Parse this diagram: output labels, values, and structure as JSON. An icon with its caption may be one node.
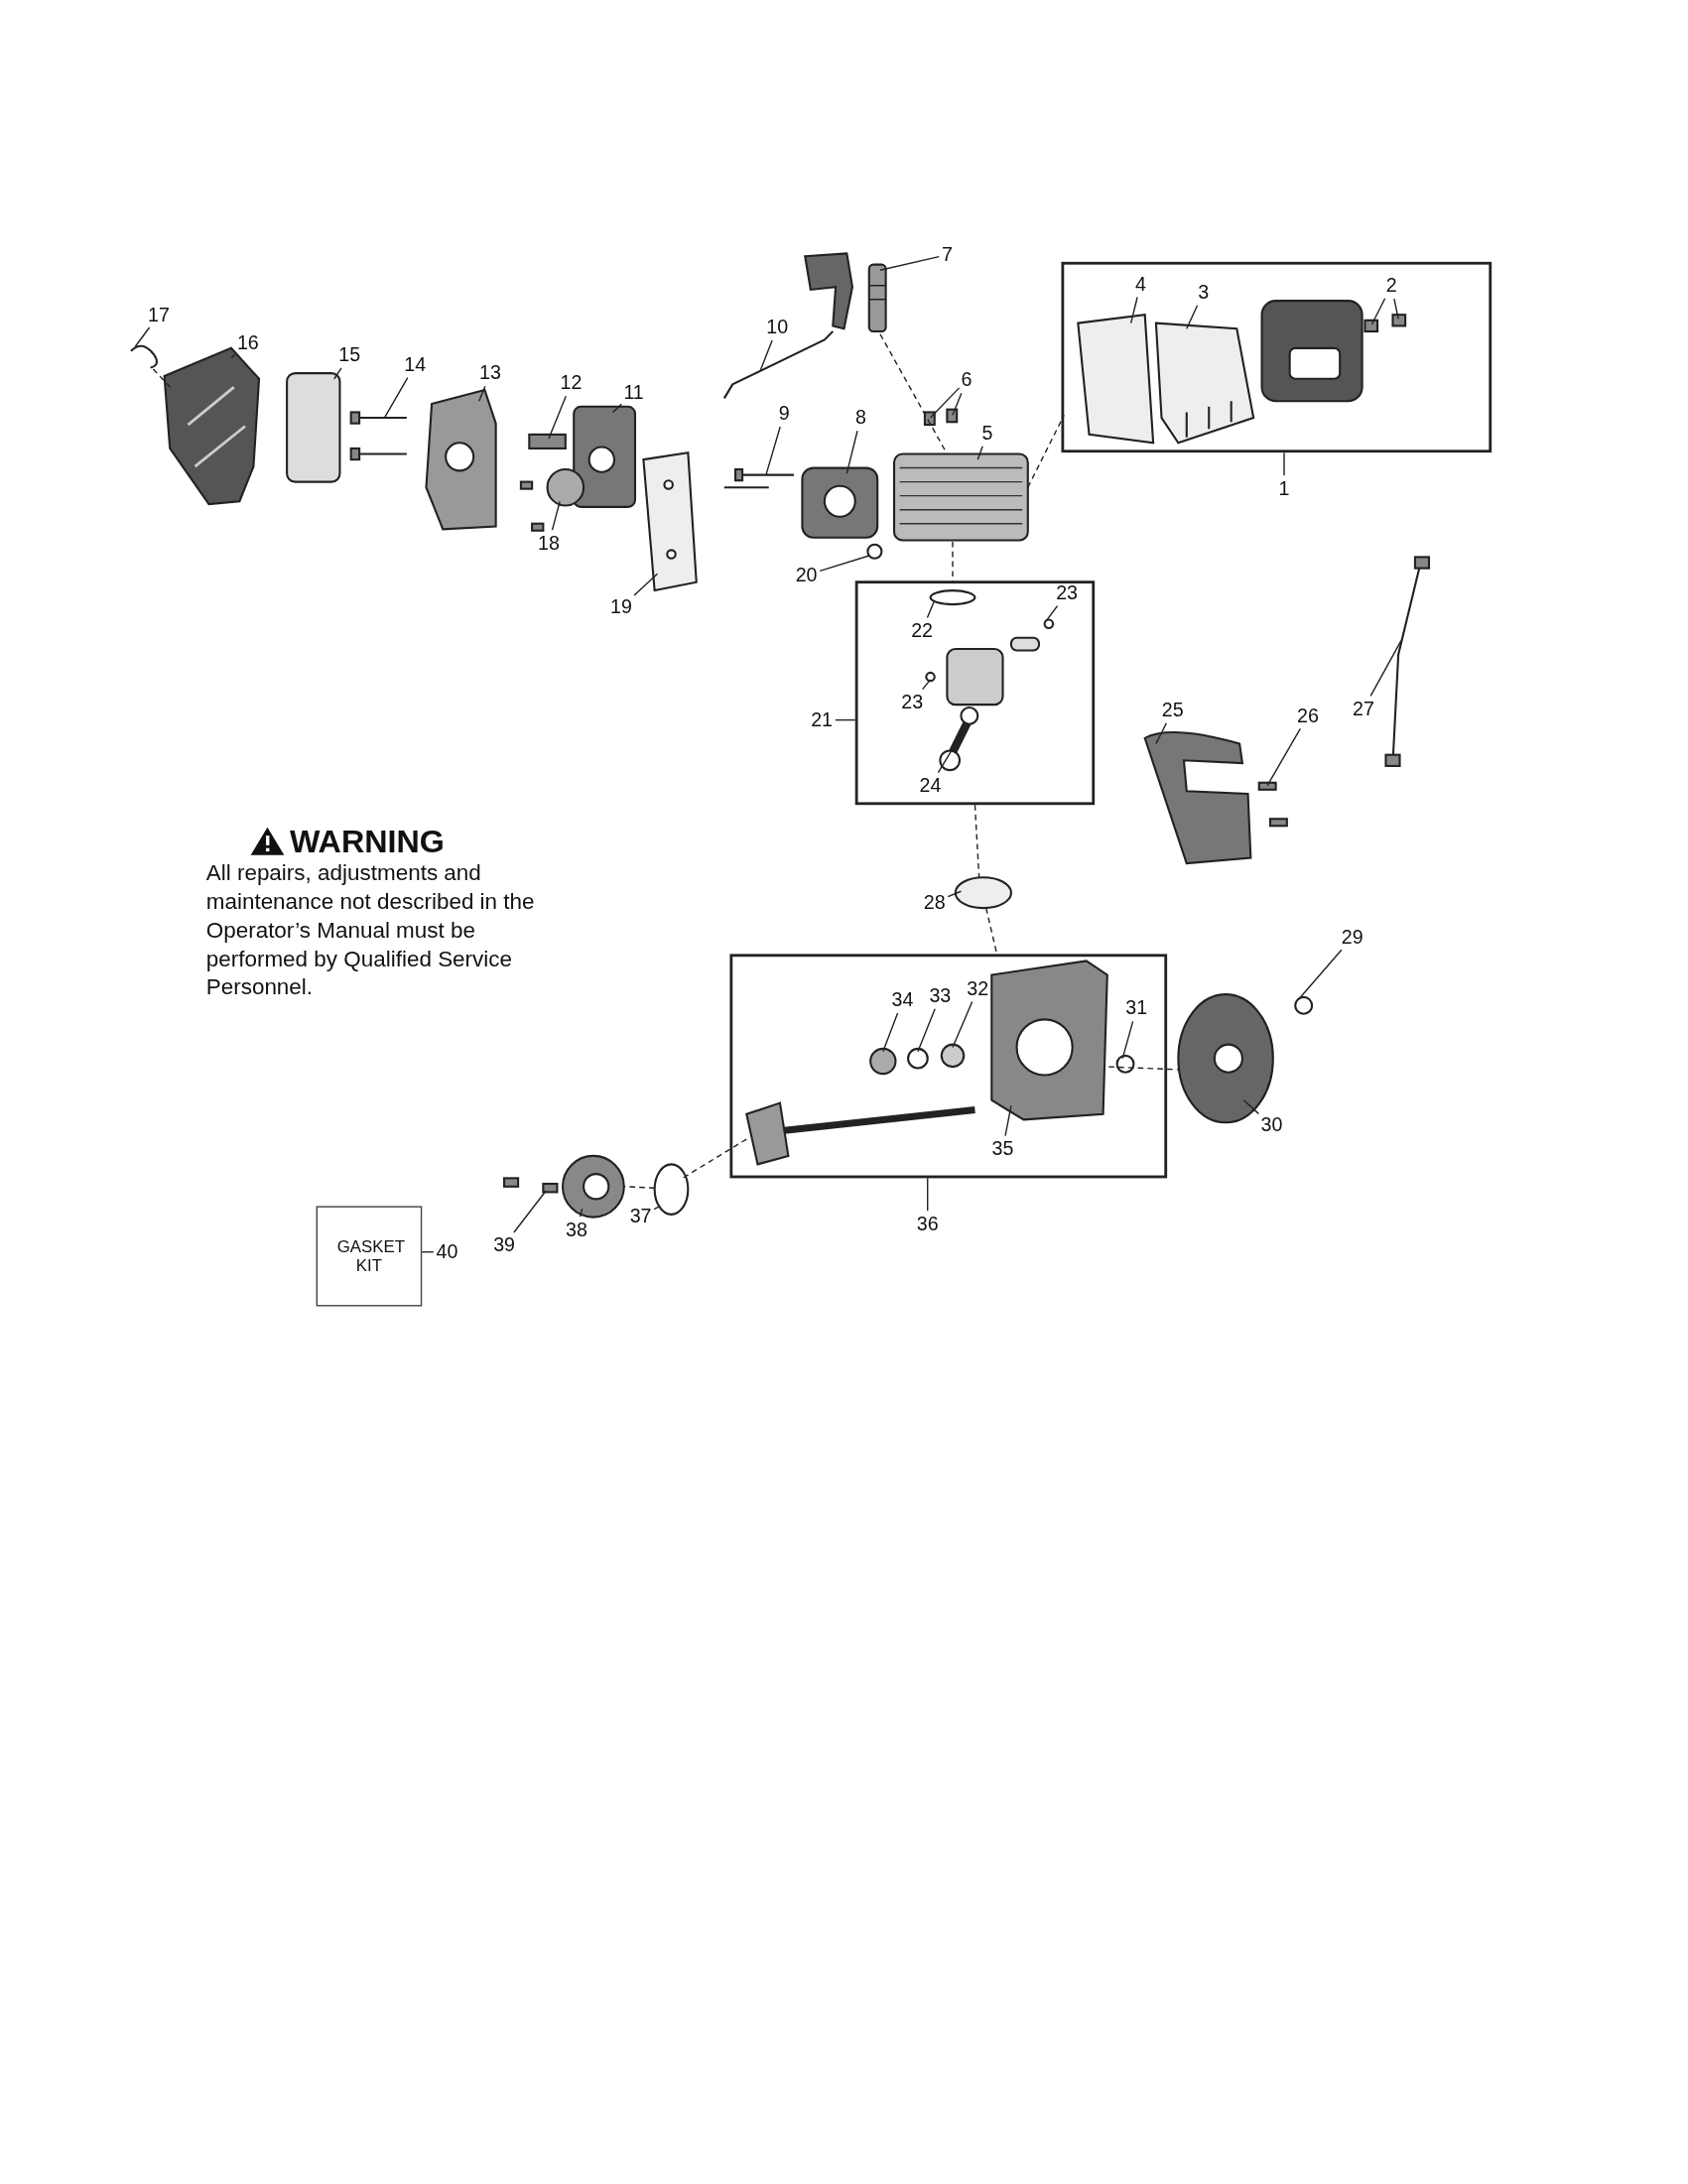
{
  "diagram": {
    "nodes": [
      {
        "text": [
          "7"
        ]
      },
      {
        "text": [],
        "shape": "box"
      },
      {
        "text": [
          "4"
        ],
        "in": 1
      },
      {
        "text": [
          "3"
        ],
        "in": 1
      },
      {
        "text": [
          "2"
        ],
        "in": 1
      },
      {
        "text": [
          "17"
        ]
      },
      {
        "text": [
          "16"
        ]
      },
      {
        "text": [
          "10"
        ]
      },
      {
        "text": [
          "15"
        ]
      },
      {
        "text": [
          "14"
        ]
      },
      {
        "text": [
          "13"
        ]
      },
      {
        "text": [
          "12"
        ]
      },
      {
        "text": [
          "11"
        ]
      },
      {
        "text": [
          "6"
        ]
      },
      {
        "text": [
          "9"
        ]
      },
      {
        "text": [
          "8"
        ]
      },
      {
        "text": [
          "5"
        ]
      },
      {
        "text": [
          "1"
        ]
      },
      {
        "text": [
          "18"
        ]
      },
      {
        "text": [
          "20"
        ]
      },
      {
        "text": [
          "19"
        ]
      },
      {
        "text": [],
        "shape": "box"
      },
      {
        "text": [
          "22"
        ],
        "in": 21
      },
      {
        "text": [
          "23"
        ],
        "in": 21
      },
      {
        "text": [
          "23"
        ],
        "in": 21
      },
      {
        "text": [
          "24"
        ],
        "in": 21
      },
      {
        "text": [
          "21"
        ]
      },
      {
        "text": [
          "25"
        ]
      },
      {
        "text": [
          "26"
        ]
      },
      {
        "text": [
          "27"
        ]
      },
      {
        "text": [
          "28"
        ]
      },
      {
        "text": [
          "29"
        ]
      },
      {
        "text": [],
        "shape": "box"
      },
      {
        "text": [
          "34"
        ],
        "in": 32
      },
      {
        "text": [
          "33"
        ],
        "in": 32
      },
      {
        "text": [
          "32"
        ],
        "in": 32
      },
      {
        "text": [
          "31"
        ],
        "in": 32
      },
      {
        "text": [
          "35"
        ],
        "in": 32
      },
      {
        "text": [
          "30"
        ]
      },
      {
        "text": [
          "37"
        ]
      },
      {
        "text": [
          "38"
        ]
      },
      {
        "text": [
          "39"
        ]
      },
      {
        "text": [
          "36"
        ]
      },
      {
        "text": [
          "GASKET KIT"
        ]
      },
      {
        "text": [
          "40"
        ]
      },
      {
        "text": [],
        "shape": "picture"
      },
      {
        "text": [],
        "shape": "picture"
      },
      {
        "text": [],
        "shape": "picture"
      },
      {
        "text": [],
        "shape": "box"
      },
      {
        "text": [],
        "shape": "picture"
      },
      {
        "text": [],
        "shape": "picture"
      },
      {
        "text": [],
        "shape": "box"
      },
      {
        "text": [],
        "shape": "picture"
      },
      {
        "text": [],
        "shape": "box"
      },
      {
        "text": [],
        "shape": "box"
      },
      {
        "text": [],
        "shape": "picture"
      },
      {
        "text": [],
        "shape": "picture"
      },
      {
        "text": [],
        "shape": "picture"
      },
      {
        "text": [],
        "shape": "circle"
      },
      {
        "text": [],
        "shape": "circle"
      },
      {
        "text": [],
        "shape": "picture"
      },
      {
        "text": [],
        "shape": "picture"
      },
      {
        "text": [],
        "shape": "box",
        "in": 1
      },
      {
        "text": [],
        "shape": "picture",
        "in": 1
      },
      {
        "text": [],
        "shape": "box",
        "in": 1
      },
      {
        "text": [],
        "shape": "box",
        "in": 1
      },
      {
        "text": [],
        "shape": "circle",
        "in": 21
      },
      {
        "text": [],
        "shape": "circle",
        "in": 21
      },
      {
        "text": [],
        "shape": "circle",
        "in": 21
      },
      {
        "text": [],
        "shape": "picture",
        "in": 21
      },
      {
        "text": [],
        "shape": "picture"
      },
      {
        "text": [],
        "shape": "box"
      },
      {
        "text": [],
        "shape": "picture"
      },
      {
        "text": [],
        "shape": "circle"
      },
      {
        "text": [],
        "shape": "circle"
      },
      {
        "text": [],
        "shape": "circle",
        "in": 32
      },
      {
        "text": [],
        "shape": "circle",
        "in": 32
      },
      {
        "text": [],
        "shape": "circle",
        "in": 32
      },
      {
        "text": [],
        "shape": "circle",
        "in": 32
      },
      {
        "text": [],
        "shape": "picture",
        "in": 32
      },
      {
        "text": [],
        "shape": "picture"
      },
      {
        "text": [],
        "shape": "circle"
      },
      {
        "text": [],
        "shape": "picture"
      },
      {
        "text": [],
        "shape": "box"
      },
      {
        "text": [],
        "shape": "picture",
        "in": 32
      }
    ],
    "edges": [
      {
        "from": 0,
        "to": 61,
        "arrow": "none"
      },
      {
        "from": 2,
        "to": 62,
        "arrow": "none"
      },
      {
        "from": 3,
        "to": 63,
        "arrow": "none"
      },
      {
        "from": 4,
        "to": 64,
        "arrow": "none"
      },
      {
        "from": 4,
        "to": 65,
        "arrow": "none"
      },
      {
        "from": 5,
        "to": 45,
        "arrow": "none"
      },
      {
        "from": 6,
        "to": 46,
        "arrow": "none"
      },
      {
        "from": 7,
        "to": 47,
        "arrow": "none"
      },
      {
        "from": 8,
        "to": 48,
        "arrow": "none"
      },
      {
        "from": 9,
        "to": 49,
        "arrow": "none"
      },
      {
        "from": 10,
        "to": 50,
        "arrow": "none"
      },
      {
        "from": 11,
        "to": 51,
        "arrow": "none"
      },
      {
        "from": 12,
        "to": 52,
        "arrow": "none"
      },
      {
        "from": 13,
        "to": 53,
        "arrow": "none"
      },
      {
        "from": 13,
        "to": 54,
        "arrow": "none"
      },
      {
        "from": 14,
        "to": 55,
        "arrow": "none"
      },
      {
        "from": 15,
        "to": 56,
        "arrow": "none"
      },
      {
        "from": 16,
        "to": 57,
        "arrow": "none"
      },
      {
        "from": 17,
        "to": 1,
        "arrow": "none"
      },
      {
        "from": 18,
        "to": 58,
        "arrow": "none"
      },
      {
        "from": 19,
        "to": 59,
        "arrow": "none"
      },
      {
        "from": 20,
        "to": 60,
        "arrow": "none"
      },
      {
        "from": 22,
        "to": 66,
        "arrow": "none"
      },
      {
        "from": 23,
        "to": 67,
        "arrow": "none"
      },
      {
        "from": 24,
        "to": 68,
        "arrow": "none"
      },
      {
        "from": 25,
        "to": 69,
        "arrow": "none"
      },
      {
        "from": 26,
        "to": 21,
        "arrow": "none"
      },
      {
        "from": 27,
        "to": 70,
        "arrow": "none"
      },
      {
        "from": 28,
        "to": 71,
        "arrow": "none"
      },
      {
        "from": 29,
        "to": 72,
        "arrow": "none"
      },
      {
        "from": 30,
        "to": 73,
        "arrow": "none"
      },
      {
        "from": 31,
        "to": 74,
        "arrow": "none"
      },
      {
        "from": 33,
        "to": 75,
        "arrow": "none"
      },
      {
        "from": 34,
        "to": 76,
        "arrow": "none"
      },
      {
        "from": 35,
        "to": 77,
        "arrow": "none"
      },
      {
        "from": 36,
        "to": 78,
        "arrow": "none"
      },
      {
        "from": 37,
        "to": 79,
        "arrow": "none"
      },
      {
        "from": 38,
        "to": 80,
        "arrow": "none"
      },
      {
        "from": 39,
        "to": 81,
        "arrow": "none"
      },
      {
        "from": 40,
        "to": 82,
        "arrow": "none"
      },
      {
        "from": 41,
        "to": 83,
        "arrow": "none"
      },
      {
        "from": 42,
        "to": 32,
        "arrow": "none"
      },
      {
        "from": 44,
        "to": 43,
        "arrow": "none"
      },
      {
        "from": 45,
        "to": 46,
        "arrow": "none",
        "style": "dashed"
      },
      {
        "from": 61,
        "to": 57,
        "arrow": "none",
        "style": "dashed"
      },
      {
        "from": 57,
        "to": 1,
        "arrow": "none",
        "style": "dashed"
      },
      {
        "from": 57,
        "to": 21,
        "arrow": "none",
        "style": "dashed"
      },
      {
        "from": 21,
        "to": 73,
        "arrow": "none",
        "style": "dashed"
      },
      {
        "from": 73,
        "to": 32,
        "arrow": "none",
        "style": "dashed"
      },
      {
        "from": 79,
        "to": 80,
        "arrow": "none",
        "style": "dashed"
      },
      {
        "from": 84,
        "to": 81,
        "arrow": "none",
        "style": "dashed"
      },
      {
        "from": 81,
        "to": 82,
        "arrow": "none",
        "style": "dashed"
      }
    ],
    "labels": [
      "WARNING",
      "All repairs, adjustments and maintenance not described in the Operator’s Manual must be performed by Qualified Service Personnel."
    ]
  }
}
